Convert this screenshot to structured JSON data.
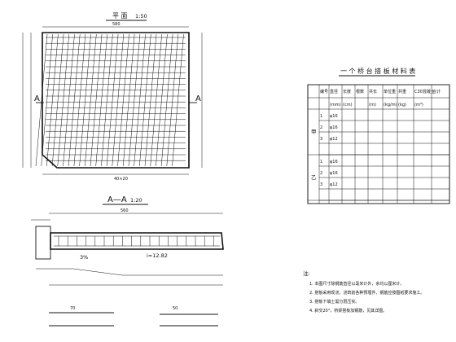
{
  "plan_view": {
    "title": "平 面",
    "scale": "1:50",
    "section_marker": "A",
    "dim_top": "580",
    "dim_bottom": "40×20"
  },
  "section_view": {
    "title": "A—A",
    "scale": "1:20",
    "dim_top": "560",
    "slope_label": "3%",
    "slope_note": "i=12.82"
  },
  "table": {
    "title": "一 个 桥 台 搭 板 材 料 表",
    "columns": [
      "编号",
      "直径",
      "长度",
      "根数",
      "共长",
      "单位重",
      "共重",
      "C30混凝土",
      "合计"
    ],
    "units": [
      "",
      "(mm)",
      "(cm)",
      "",
      "(m)",
      "(kg/m)",
      "(kg)",
      "(m³)",
      ""
    ],
    "groups": [
      {
        "label": "甲",
        "rows": [
          [
            "1",
            "φ16",
            "",
            "",
            "",
            "",
            "",
            "",
            ""
          ],
          [
            "2",
            "φ16",
            "",
            "",
            "",
            "",
            "",
            "",
            ""
          ],
          [
            "3",
            "φ12",
            "",
            "",
            "",
            "",
            "",
            "",
            ""
          ]
        ],
        "extra": [
          "",
          "",
          "",
          "",
          "",
          "",
          "",
          "",
          ""
        ]
      },
      {
        "label": "乙",
        "rows": [
          [
            "1",
            "φ16",
            "",
            "",
            "",
            "",
            "",
            "",
            ""
          ],
          [
            "2",
            "φ16",
            "",
            "",
            "",
            "",
            "",
            "",
            ""
          ],
          [
            "3",
            "φ12",
            "",
            "",
            "",
            "",
            "",
            "",
            ""
          ]
        ],
        "extra": [
          "",
          "",
          "",
          "",
          "",
          "",
          "",
          "",
          ""
        ]
      }
    ]
  },
  "notes": {
    "heading": "注:",
    "items": [
      "1. 本图尺寸除钢筋直径以毫米计外，余均以厘米计。",
      "2. 搭板采用现浇，浇筑前各种预埋件、钢筋应按图纸要求施工。",
      "3. 搭板下填土需分层压实。",
      "4. 斜交20°，桥梁搭板加钢筋，见其详图。"
    ]
  },
  "bottom_details": {
    "left_dim": "70",
    "right_dim": "50"
  }
}
